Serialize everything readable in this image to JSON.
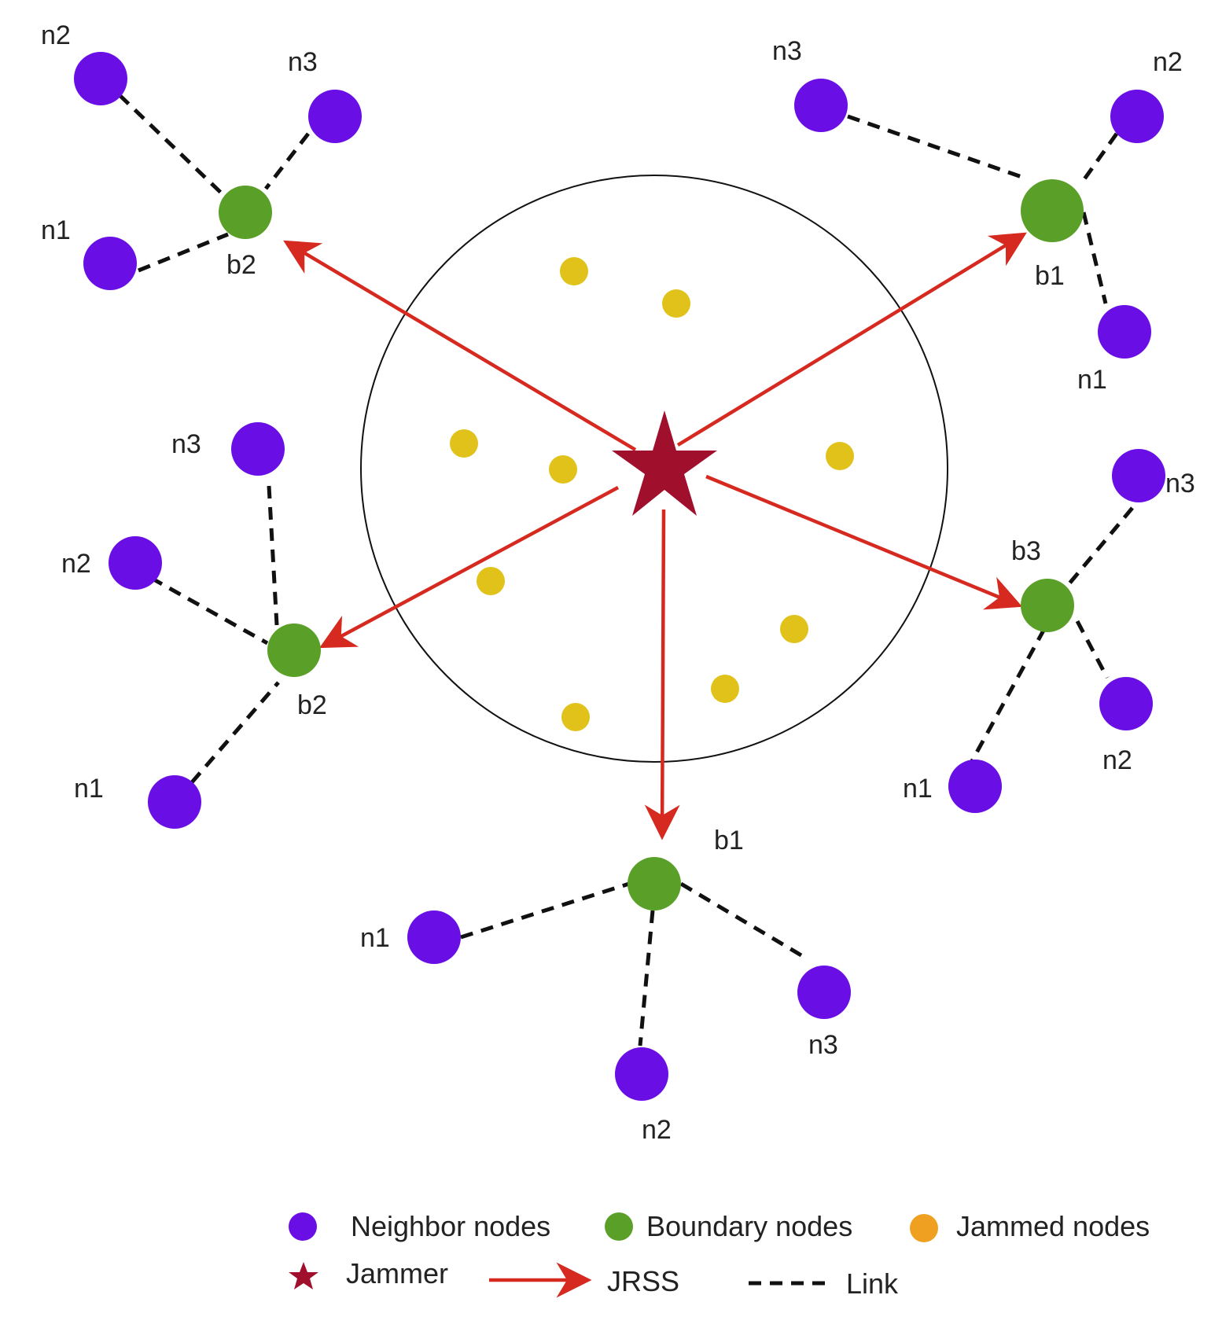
{
  "colors": {
    "neighbor": "#6a0ee6",
    "boundary": "#5aa028",
    "jammed": "#e0c21a",
    "jammed_legend": "#f0a020",
    "jammer": "#a0102c",
    "jrss": "#d62a20",
    "link": "#111111"
  },
  "labels": {
    "tl_n2": "n2",
    "tl_n3": "n3",
    "tl_n1": "n1",
    "tl_b2": "b2",
    "tr_n3": "n3",
    "tr_n2": "n2",
    "tr_b1": "b1",
    "tr_n1": "n1",
    "ml_n3": "n3",
    "ml_n2": "n2",
    "ml_b2": "b2",
    "ml_n1": "n1",
    "r_n3": "n3",
    "r_b3": "b3",
    "r_n2": "n2",
    "r_n1": "n1",
    "bt_b1": "b1",
    "bt_n1": "n1",
    "bt_n3": "n3",
    "bt_n2": "n2"
  },
  "legend": {
    "neighbor": "Neighbor nodes",
    "boundary": "Boundary nodes",
    "jammed": "Jammed nodes",
    "jammer": "Jammer",
    "jrss": "JRSS",
    "link": "Link"
  }
}
